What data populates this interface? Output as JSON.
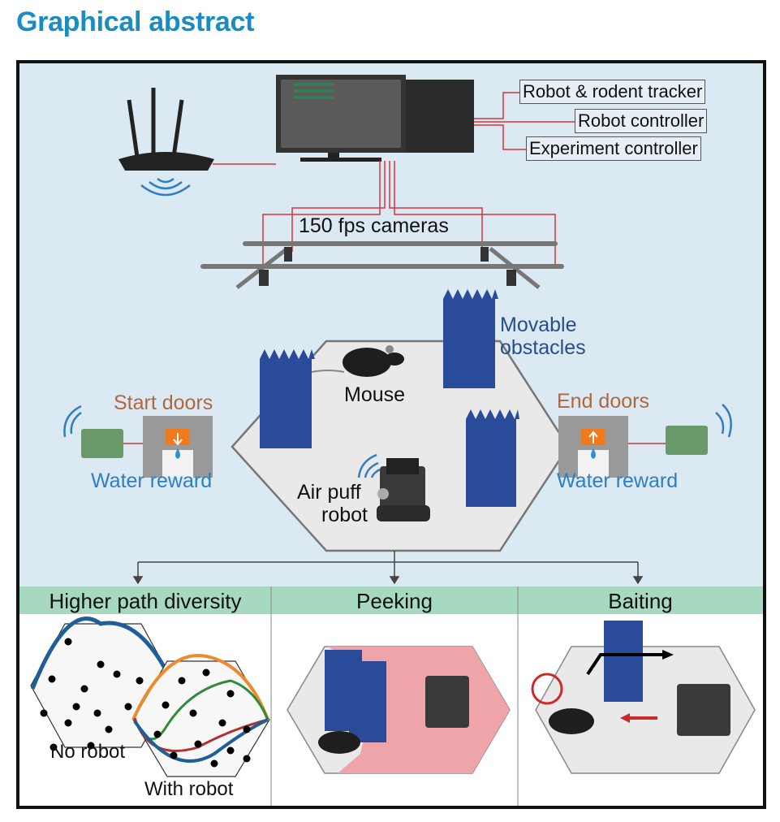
{
  "header": {
    "title": "Graphical abstract"
  },
  "colors": {
    "title": "#1a8cc2",
    "background_panel": "#dbe9f3",
    "panel_header": "#a6d9bf",
    "cable": "#d9343b",
    "obstacle": "#2a4a9a",
    "door_orange": "#f07a1e",
    "wifi": "#2f7ec4",
    "peeking_zone": "#eea4a8"
  },
  "setup": {
    "computer_labels": [
      "Robot & rodent tracker",
      "Robot controller",
      "Experiment controller"
    ],
    "cameras_label": "150 fps cameras",
    "obstacles_label": [
      "Movable",
      "obstacles"
    ],
    "mouse_label": "Mouse",
    "robot_label": [
      "Air puff",
      "robot"
    ],
    "start_doors_label": "Start doors",
    "end_doors_label": "End doors",
    "water_reward_left": "Water reward",
    "water_reward_right": "Water reward"
  },
  "icons": [
    "router-icon",
    "computer-icon",
    "wifi-icon",
    "raspberry-pi-icon",
    "water-drop-icon",
    "clock-icon",
    "arrow-icon"
  ],
  "panels": [
    {
      "title": "Higher path diversity",
      "labels": [
        "No robot",
        "With robot"
      ]
    },
    {
      "title": "Peeking"
    },
    {
      "title": "Baiting"
    }
  ]
}
